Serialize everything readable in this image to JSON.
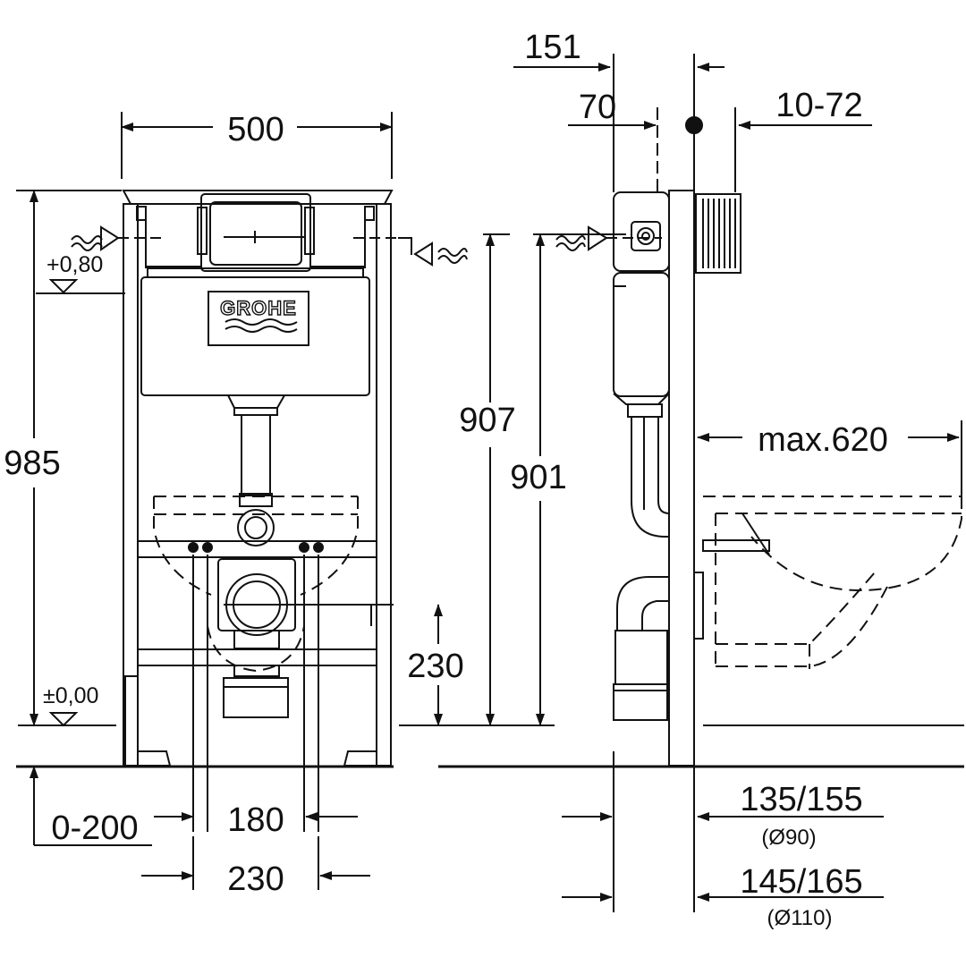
{
  "brand": "GROHE",
  "dimensions": {
    "width_500": "500",
    "height_985": "985",
    "level_plus": "+0,80",
    "level_zero": "±0,00",
    "height_907": "907",
    "height_901": "901",
    "outlet_230": "230",
    "offset_0_200": "0-200",
    "width_180": "180",
    "width_230": "230",
    "depth_151": "151",
    "depth_70": "70",
    "depth_10_72": "10-72",
    "max_620": "max.620",
    "pipe_90": "135/155",
    "pipe_90_dia": "(Ø90)",
    "pipe_110": "145/165",
    "pipe_110_dia": "(Ø110)"
  },
  "colors": {
    "line": "#111111",
    "background": "#ffffff"
  }
}
